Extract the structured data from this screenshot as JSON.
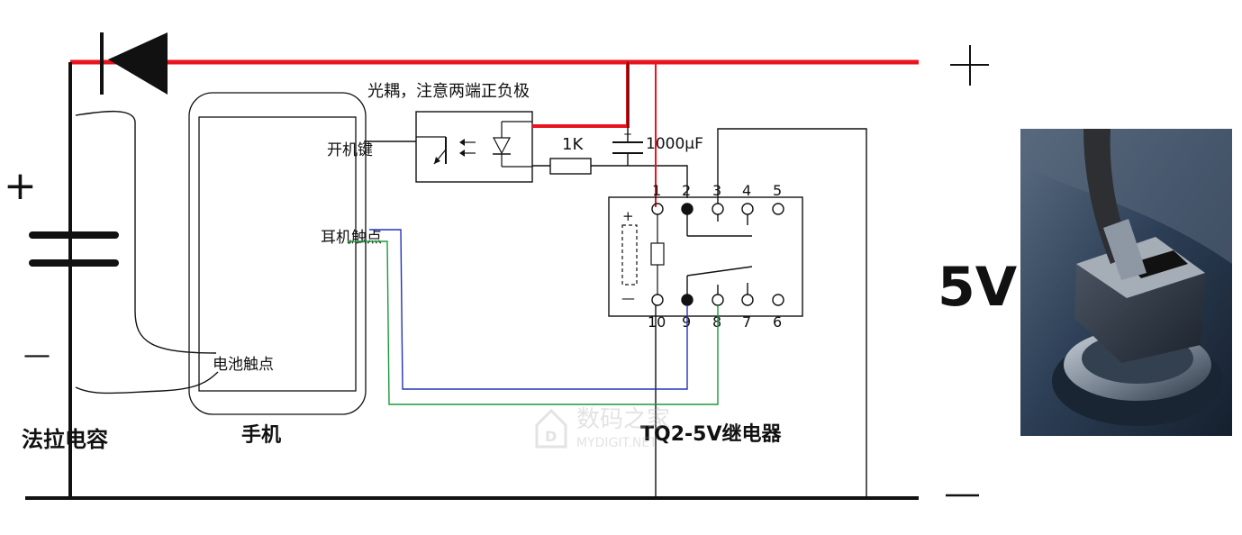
{
  "labels": {
    "optocoupler_note": "光耦，注意两端正负极",
    "power_key": "开机键",
    "earphone_contact": "耳机触点",
    "battery_contact": "电池触点",
    "phone": "手机",
    "farad_capacitor": "法拉电容",
    "relay": "TQ2-5V继电器",
    "resistor": "1K",
    "capacitor": "1000μF",
    "voltage": "5V",
    "plus_right": "+",
    "minus_right": "—",
    "plus_left": "+",
    "minus_left": "—",
    "relay_plus": "+",
    "relay_minus": "—"
  },
  "relay_pins": {
    "top": [
      "1",
      "2",
      "3",
      "4",
      "5"
    ],
    "bottom": [
      "10",
      "9",
      "8",
      "7",
      "6"
    ]
  },
  "watermark": {
    "main": "数码之家",
    "sub": "MYDIGIT.NET"
  },
  "colors": {
    "positive_wire": "#e8141e",
    "earphone_wire_blue": "#2233bb",
    "earphone_wire_green": "#1a9a3a",
    "line": "#111111"
  },
  "icons": [
    "diode-icon",
    "capacitor-icon",
    "optocoupler-icon",
    "resistor-icon",
    "relay-icon",
    "car-charger-photo"
  ]
}
